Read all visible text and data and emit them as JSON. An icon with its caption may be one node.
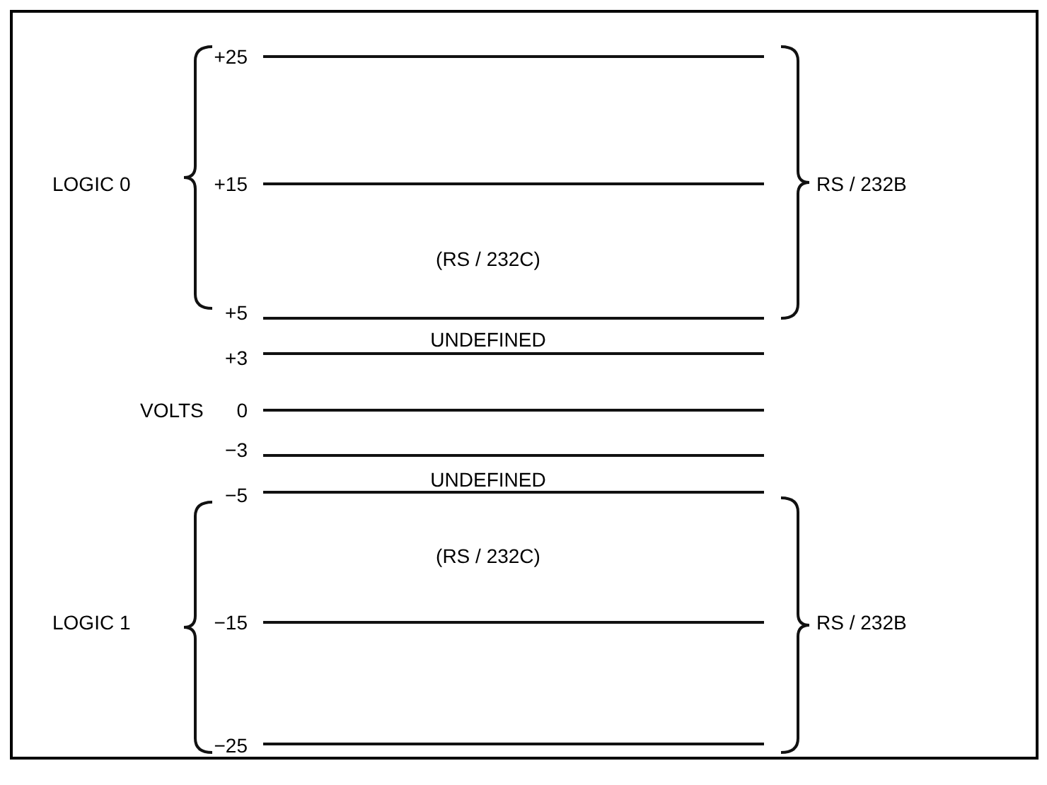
{
  "diagram": {
    "labels": [
      "+25",
      "LOGIC 0",
      "+15",
      "RS / 232B",
      "(RS / 232C)",
      "+5",
      "UNDEFINED",
      "+3",
      "VOLTS",
      "0",
      "−3",
      "UNDEFINED",
      "−5",
      "(RS / 232C)",
      "LOGIC 1",
      "−15",
      "RS / 232B",
      "−25"
    ]
  }
}
